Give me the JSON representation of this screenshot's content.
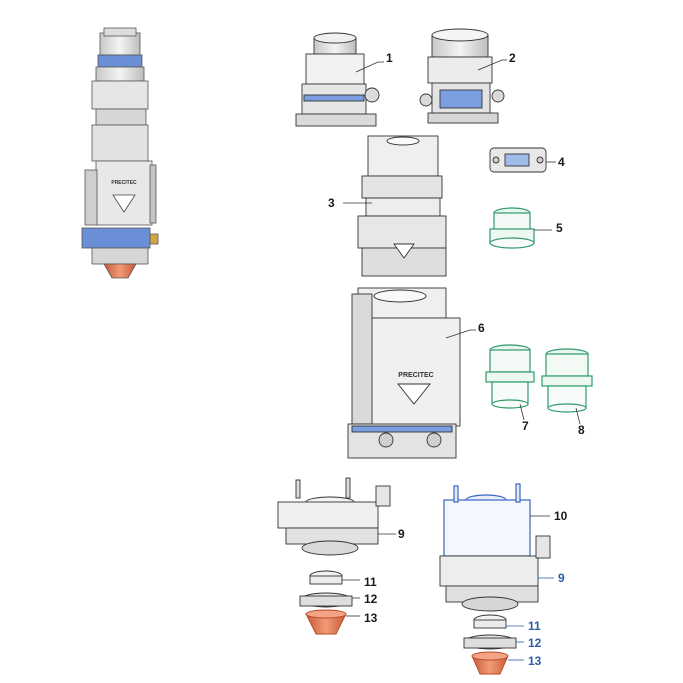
{
  "callouts": [
    {
      "id": "1",
      "label": "1",
      "color": "#1a1a1a"
    },
    {
      "id": "2",
      "label": "2",
      "color": "#1a1a1a"
    },
    {
      "id": "3",
      "label": "3",
      "color": "#1a1a1a"
    },
    {
      "id": "4",
      "label": "4",
      "color": "#1a1a1a"
    },
    {
      "id": "5",
      "label": "5",
      "color": "#1a1a1a"
    },
    {
      "id": "6",
      "label": "6",
      "color": "#1a1a1a"
    },
    {
      "id": "7",
      "label": "7",
      "color": "#1a1a1a"
    },
    {
      "id": "8",
      "label": "8",
      "color": "#1a1a1a"
    },
    {
      "id": "9a",
      "label": "9",
      "color": "#1a1a1a"
    },
    {
      "id": "11a",
      "label": "11",
      "color": "#1a1a1a"
    },
    {
      "id": "12a",
      "label": "12",
      "color": "#1a1a1a"
    },
    {
      "id": "13a",
      "label": "13",
      "color": "#1a1a1a"
    },
    {
      "id": "10",
      "label": "10",
      "color": "#1a1a1a"
    },
    {
      "id": "9b",
      "label": "9",
      "color": "#2a5fa8"
    },
    {
      "id": "11b",
      "label": "11",
      "color": "#2a5fa8"
    },
    {
      "id": "12b",
      "label": "12",
      "color": "#2a5fa8"
    },
    {
      "id": "13b",
      "label": "13",
      "color": "#2a5fa8"
    }
  ],
  "brand": {
    "assembled_label": "PRECITEC",
    "module_label": "PRECITEC"
  },
  "colors": {
    "outline": "#333333",
    "body": "#f2f2f2",
    "shade": "#d9d9d9",
    "blue": "#3a66c4",
    "green": "#2f9a6a",
    "copper": "#e07a55"
  }
}
